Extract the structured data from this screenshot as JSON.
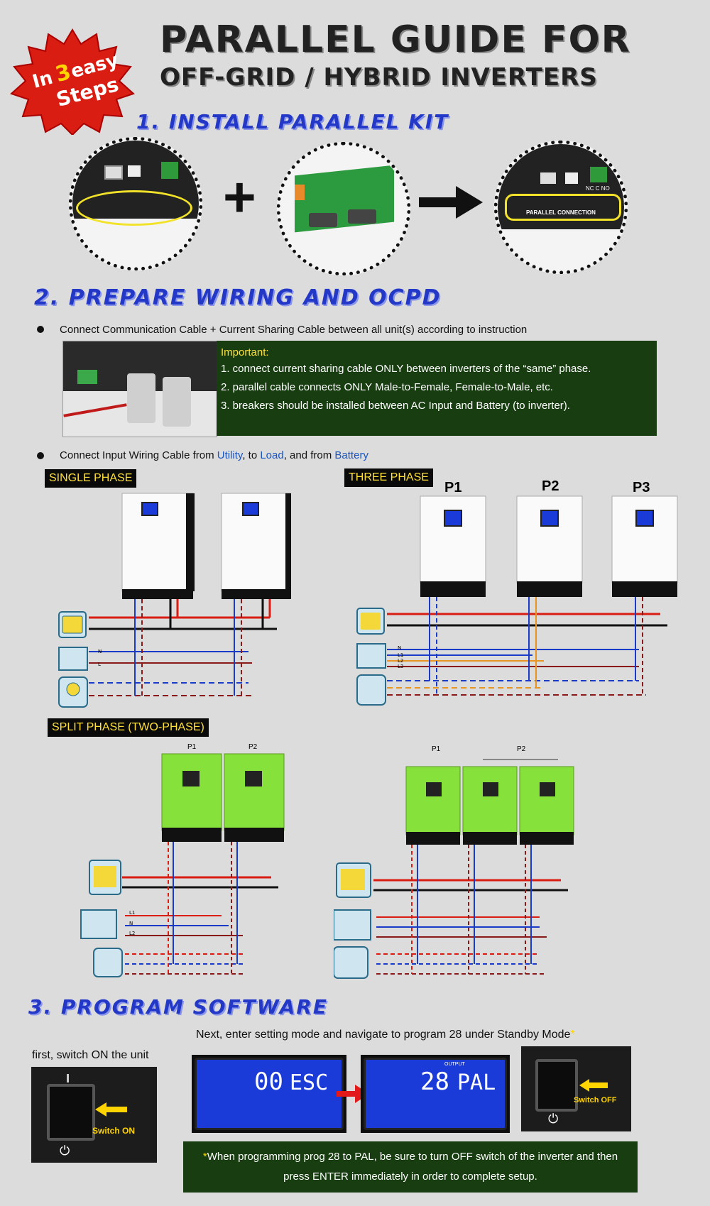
{
  "badge": {
    "pre": "In",
    "num": "3",
    "mid": "easy",
    "post": "Steps"
  },
  "title": {
    "line1": "PARALLEL GUIDE FOR",
    "line2": "OFF-GRID / HYBRID INVERTERS"
  },
  "step1": {
    "heading": "1. INSTALL PARALLEL KIT",
    "plus": "+",
    "panel_label": "PARALLEL CONNECTION",
    "nc": "NC C NO"
  },
  "step2": {
    "heading": "2. PREPARE WIRING AND OCPD",
    "bullet1": "Connect Communication Cable + Current Sharing Cable between all unit(s) according to instruction",
    "important": {
      "head": "Important:",
      "items": [
        "1. connect current sharing cable ONLY between inverters of the “same” phase.",
        "2. parallel cable connects ONLY Male-to-Female, Female-to-Male, etc.",
        "3. breakers should be installed between AC Input and Battery (to inverter)."
      ]
    },
    "bullet2": {
      "pre": "Connect Input Wiring Cable from ",
      "utility": "Utility",
      "to": ", to ",
      "load": "Load",
      "and": ", and from ",
      "battery": "Battery"
    },
    "single_phase": "SINGLE PHASE",
    "three_phase": "THREE PHASE",
    "split_phase": "SPLIT PHASE (TWO-PHASE)",
    "p1": "P1",
    "p2": "P2",
    "p3": "P3",
    "wire_n": "N",
    "wire_l": "L",
    "wire_l1": "L1",
    "wire_l2": "L2",
    "wire_l3": "L3"
  },
  "step3": {
    "heading": "3. PROGRAM SOFTWARE",
    "first": "first, switch ON the unit",
    "next": "Next, enter setting mode and navigate to program 28 under Standby Mode",
    "star": "*",
    "switch_on": "Switch ON",
    "switch_off": "Switch OFF",
    "screen1_num": "00",
    "screen1_txt": "ESC",
    "screen2_num": "28",
    "screen2_txt": "PAL",
    "screen2_small": "OUTPUT",
    "note_star": "*",
    "note_line1": "When programming prog 28 to PAL, be sure to turn OFF switch of the inverter and then",
    "note_line2": "press ENTER immediately in order to complete setup."
  },
  "colors": {
    "heading_blue": "#2438c8",
    "note_green": "#173d10",
    "label_yellow": "#ffe13a",
    "badge_red": "#d91d12"
  }
}
